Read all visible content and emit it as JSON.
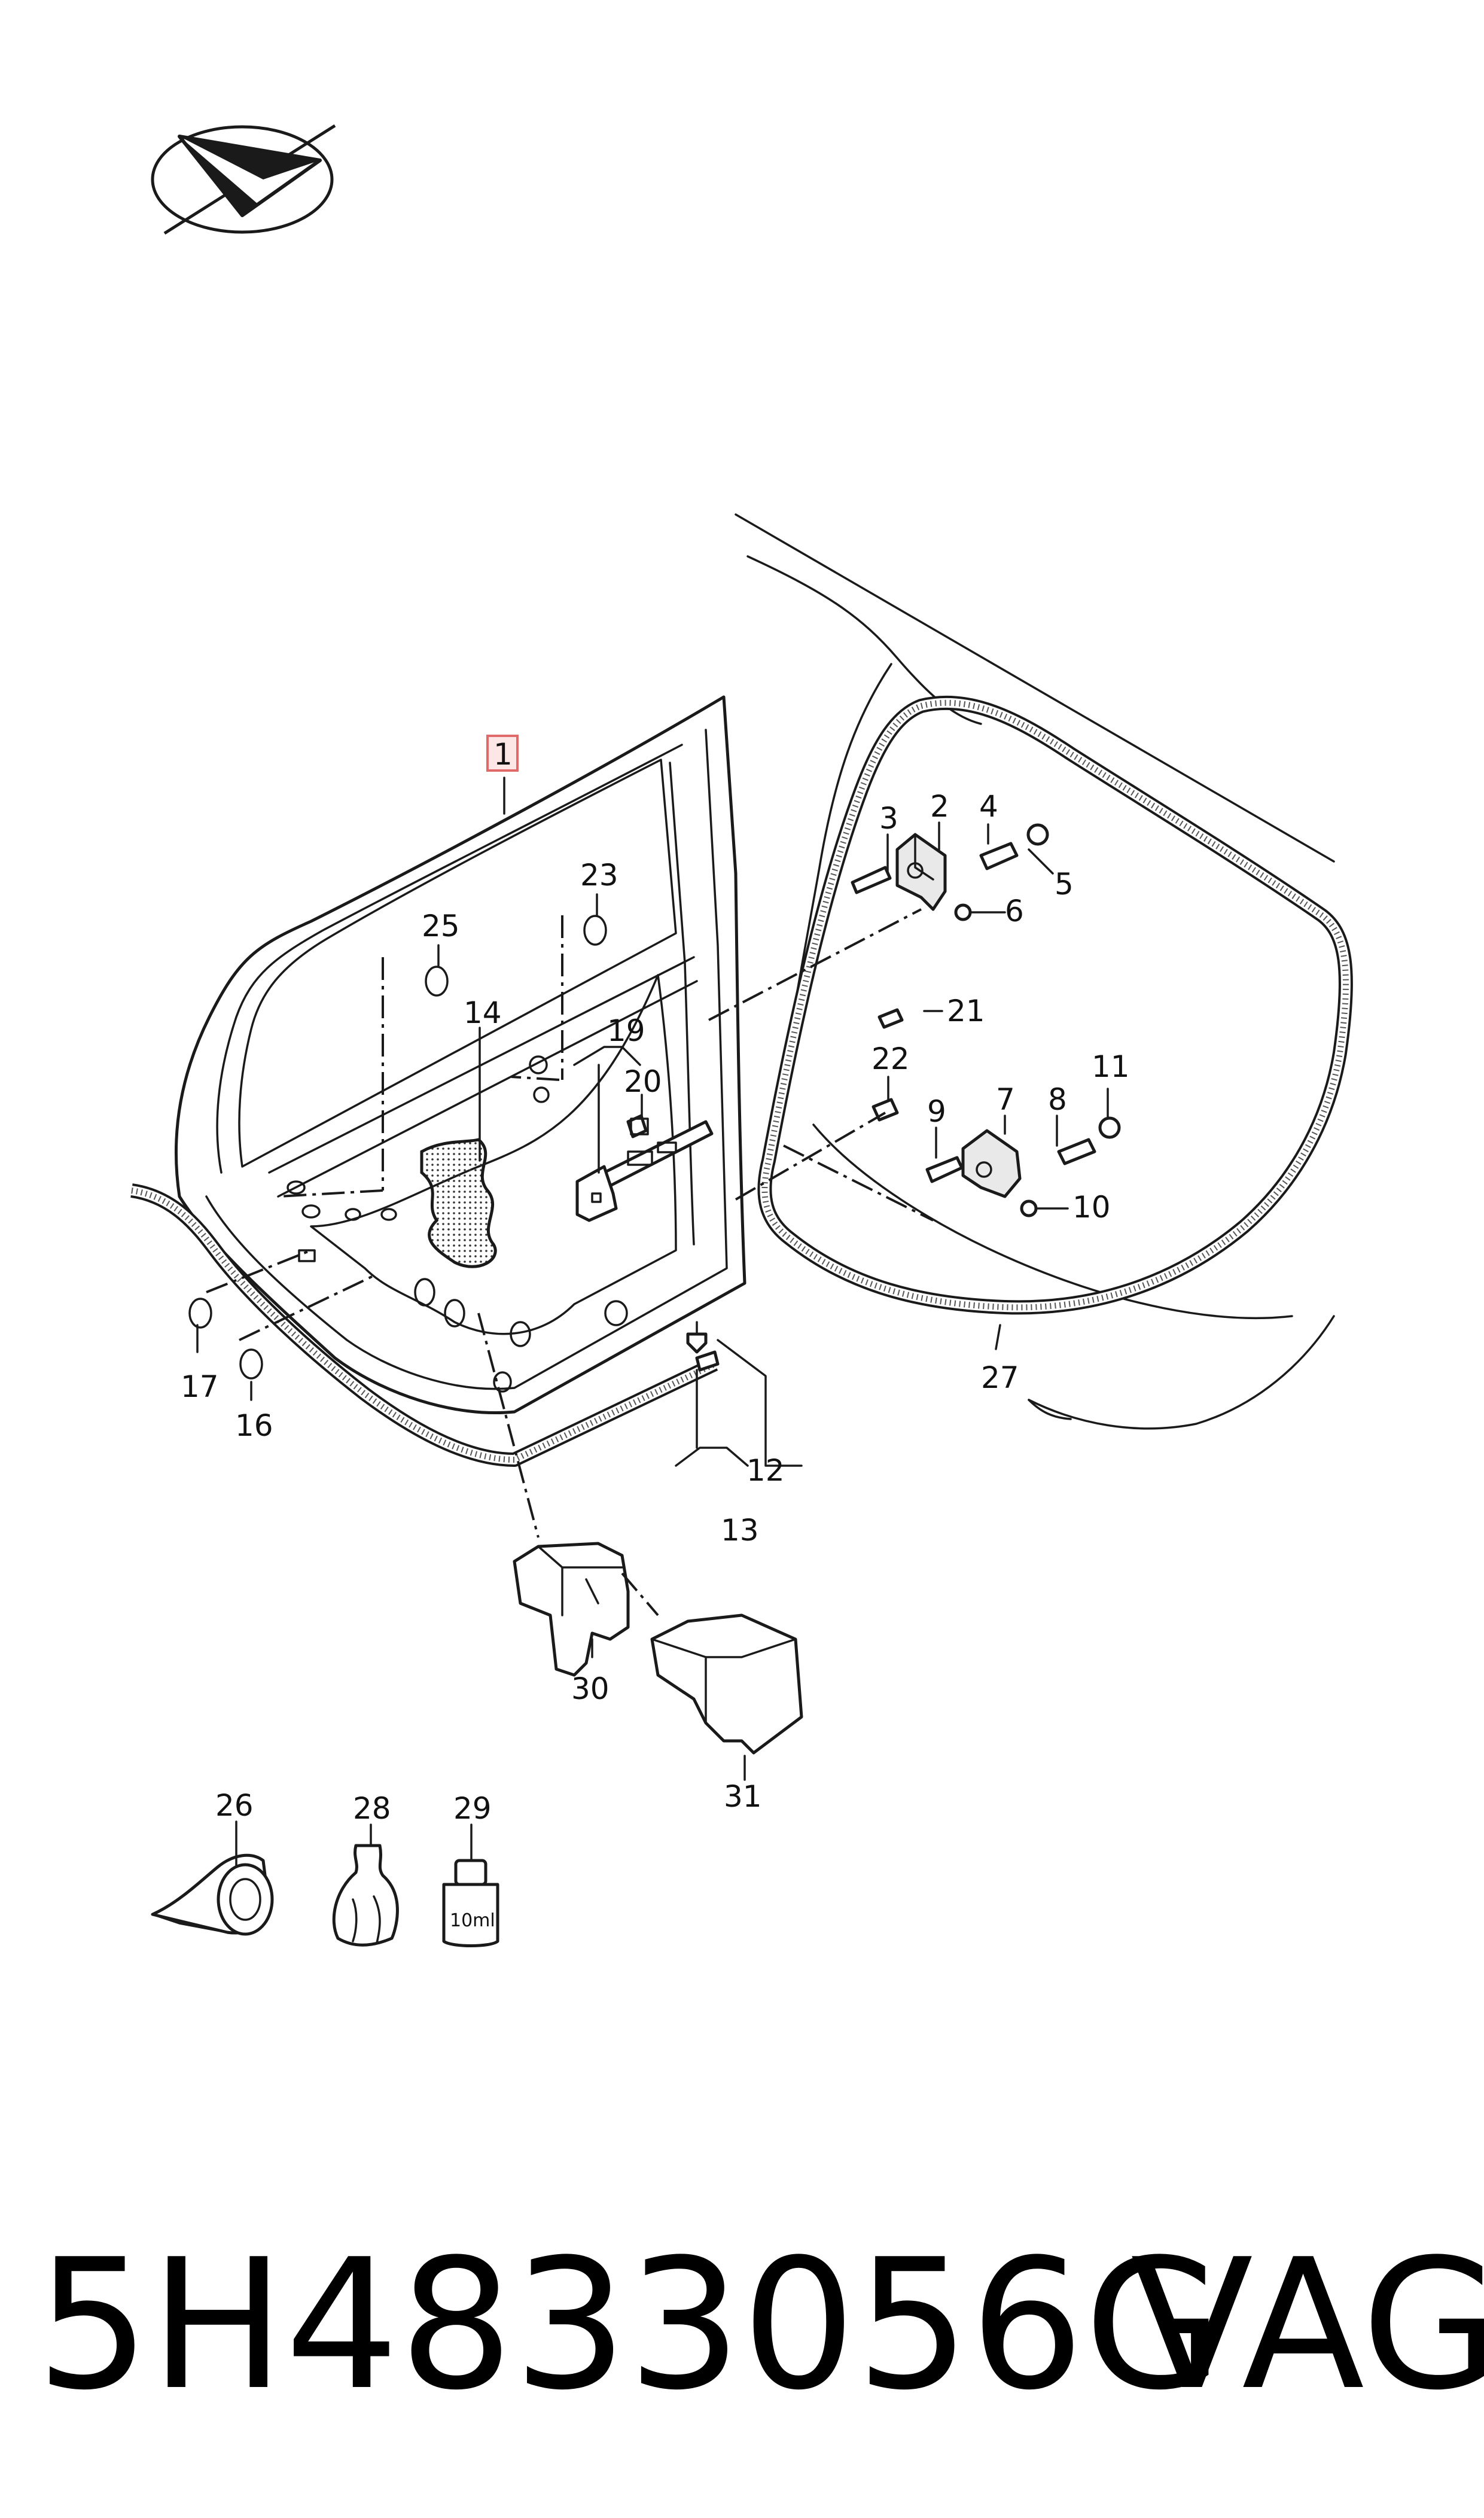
{
  "diagram": {
    "callouts": [
      {
        "id": "c1",
        "text": "1",
        "boxed": true
      },
      {
        "id": "c2",
        "text": "2"
      },
      {
        "id": "c3",
        "text": "3"
      },
      {
        "id": "c4",
        "text": "4"
      },
      {
        "id": "c5",
        "text": "5"
      },
      {
        "id": "c6",
        "text": "6"
      },
      {
        "id": "c7",
        "text": "7"
      },
      {
        "id": "c8",
        "text": "8"
      },
      {
        "id": "c9",
        "text": "9"
      },
      {
        "id": "c10",
        "text": "10"
      },
      {
        "id": "c11",
        "text": "11"
      },
      {
        "id": "c12",
        "text": "12"
      },
      {
        "id": "c13",
        "text": "13"
      },
      {
        "id": "c14",
        "text": "14"
      },
      {
        "id": "c16",
        "text": "16"
      },
      {
        "id": "c17",
        "text": "17"
      },
      {
        "id": "c19",
        "text": "19"
      },
      {
        "id": "c20",
        "text": "20"
      },
      {
        "id": "c21",
        "text": "21"
      },
      {
        "id": "c22",
        "text": "22"
      },
      {
        "id": "c23",
        "text": "23"
      },
      {
        "id": "c25",
        "text": "25"
      },
      {
        "id": "c26",
        "text": "26"
      },
      {
        "id": "c27",
        "text": "27"
      },
      {
        "id": "c28",
        "text": "28"
      },
      {
        "id": "c29",
        "text": "29"
      },
      {
        "id": "c30",
        "text": "30"
      },
      {
        "id": "c31",
        "text": "31"
      }
    ],
    "bottle_label": "10ml",
    "part_number": "5H4833056G",
    "brand": "VAG",
    "accent_color": "#e06a6a",
    "logo_icon": "paper-plane-logo-icon"
  }
}
